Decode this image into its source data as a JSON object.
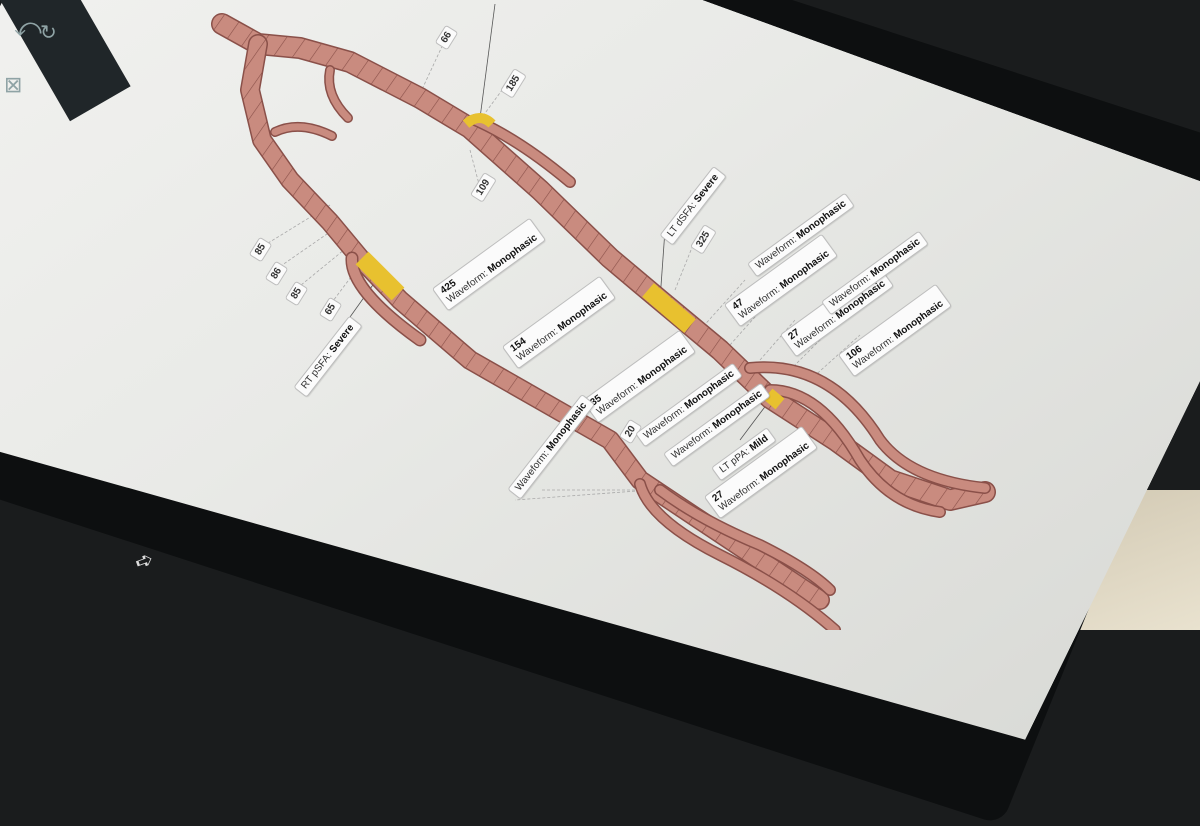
{
  "toolbar": {
    "icons": [
      "reset-icon",
      "rotate-icon",
      "grid-icon"
    ]
  },
  "vessel_colors": {
    "vessel": "#c98b7f",
    "vessel_edge": "#8a5049",
    "stenosis": "#e8c12f"
  },
  "numbers": [
    "66",
    "185",
    "109",
    "85",
    "86",
    "85",
    "65",
    "325",
    "20"
  ],
  "findings": {
    "rt_pspa": {
      "label": "RT pSFA:",
      "severity": "Severe"
    },
    "lt_dsfa": {
      "label": "LT dSFA:",
      "severity": "Severe"
    },
    "lt_popa": {
      "label": "LT pPA:",
      "severity": "Mild"
    }
  },
  "waveform_labels": [
    {
      "value": "425",
      "prefix": "Waveform:",
      "type": "Monophasic"
    },
    {
      "value": "154",
      "prefix": "Waveform:",
      "type": "Monophasic"
    },
    {
      "value": "35",
      "prefix": "Waveform:",
      "type": "Monophasic"
    },
    {
      "value": "47",
      "prefix": "Waveform:",
      "type": "Monophasic"
    },
    {
      "value": "27",
      "prefix": "Waveform:",
      "type": "Monophasic"
    },
    {
      "value": "106",
      "prefix": "Waveform:",
      "type": "Monophasic"
    },
    {
      "value": "27",
      "prefix": "Waveform:",
      "type": "Monophasic"
    },
    {
      "value": "",
      "prefix": "Waveform:",
      "type": "Monophasic"
    },
    {
      "value": "",
      "prefix": "Waveform:",
      "type": "Monophasic"
    },
    {
      "value": "",
      "prefix": "Waveform:",
      "type": "Monophasic"
    },
    {
      "value": "",
      "prefix": "Waveform:",
      "type": "Monophasic"
    },
    {
      "value": "",
      "prefix": "Waveform:",
      "type": "Monophasic"
    }
  ]
}
